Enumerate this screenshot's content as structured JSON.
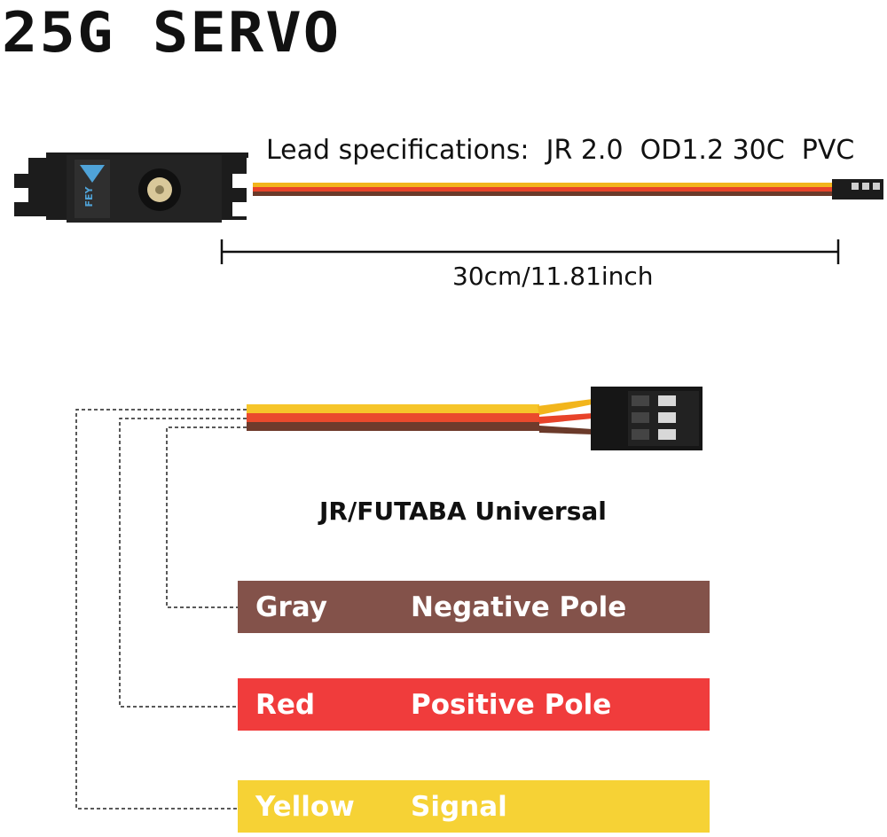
{
  "title": "25G SERVO",
  "lead_spec": "Lead specifications:  JR 2.0  OD1.2 30C  PVC",
  "length_label": "30cm/11.81inch",
  "connector_standard": "JR/FUTABA Universal",
  "servo_logo": "FEY",
  "wires": [
    {
      "color_name": "Gray",
      "function": "Negative Pole",
      "swatch": "#83524a"
    },
    {
      "color_name": "Red",
      "function": "Positive Pole",
      "swatch": "#f03c3c"
    },
    {
      "color_name": "Yellow",
      "function": "Signal",
      "swatch": "#f6d235"
    }
  ],
  "colors": {
    "wire_yellow": "#f2b51c",
    "wire_red": "#e8432a",
    "wire_brown": "#6b3a2a",
    "servo_body": "#1c1c1c",
    "gear": "#d9c89a"
  }
}
